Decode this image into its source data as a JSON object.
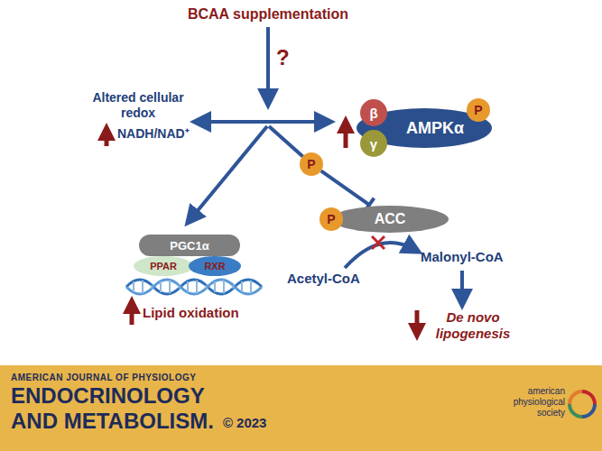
{
  "diagram": {
    "nodes": [
      {
        "text": [
          "AMPKα"
        ]
      },
      {
        "text": [
          "β"
        ]
      },
      {
        "text": [
          "γ"
        ]
      },
      {
        "text": [
          "P"
        ]
      },
      {
        "text": [
          "P"
        ]
      },
      {
        "text": [
          "ACC"
        ]
      },
      {
        "text": [
          "P"
        ]
      },
      {
        "text": [
          "PGC1α"
        ]
      },
      {
        "text": [
          "PPAR"
        ]
      },
      {
        "text": [
          "RXR"
        ]
      }
    ],
    "edges": [
      {
        "from": 4,
        "to": 5,
        "arrow": "none"
      }
    ],
    "labels": [
      "BCAA supplementation",
      "?",
      "Altered cellular redox",
      "NADH/NAD⁺",
      "Acetyl-CoA",
      "Malonyl-CoA",
      "De novo lipogenesis",
      "Lipid oxidation",
      "AMERICAN JOURNAL OF PHYSIOLOGY",
      "ENDOCRINOLOGY",
      "AND METABOLISM.",
      "© 2023",
      "american",
      "physiological",
      "society"
    ]
  }
}
